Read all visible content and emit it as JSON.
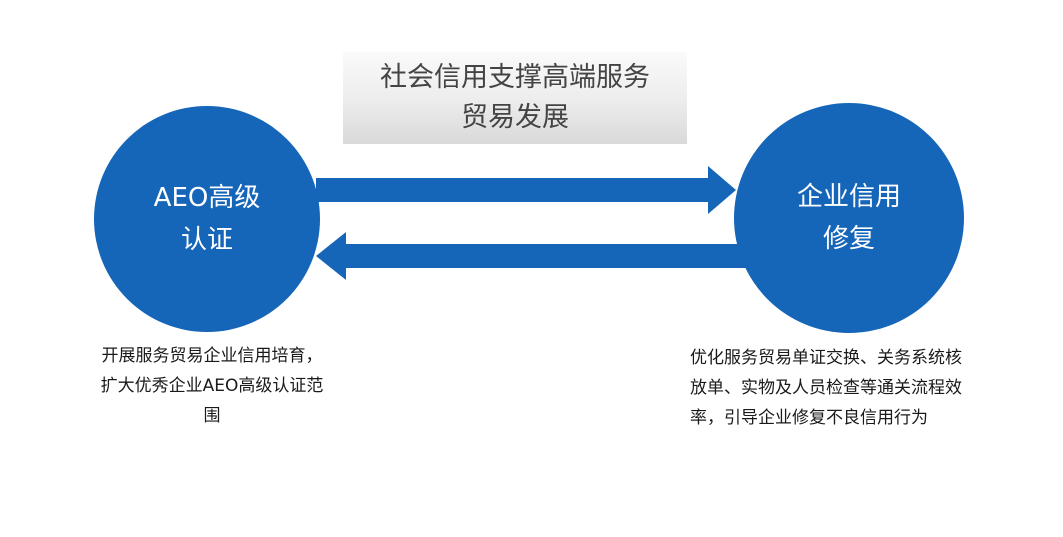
{
  "title": {
    "line1": "社会信用支撑高端服务",
    "line2": "贸易发展"
  },
  "left_node": {
    "line1": "AEO高级",
    "line2": "认证"
  },
  "right_node": {
    "line1": "企业信用",
    "line2": "修复"
  },
  "left_desc": {
    "line1": "开展服务贸易企业信用培育，",
    "line2": "扩大优秀企业AEO高级认证范",
    "line3": "围"
  },
  "right_desc": {
    "line1": "优化服务贸易单证交换、关务系统核",
    "line2": "放单、实物及人员检查等通关流程效",
    "line3": "率，引导企业修复不良信用行为"
  },
  "colors": {
    "node_blue": "#1565b8",
    "title_text": "#444444"
  }
}
